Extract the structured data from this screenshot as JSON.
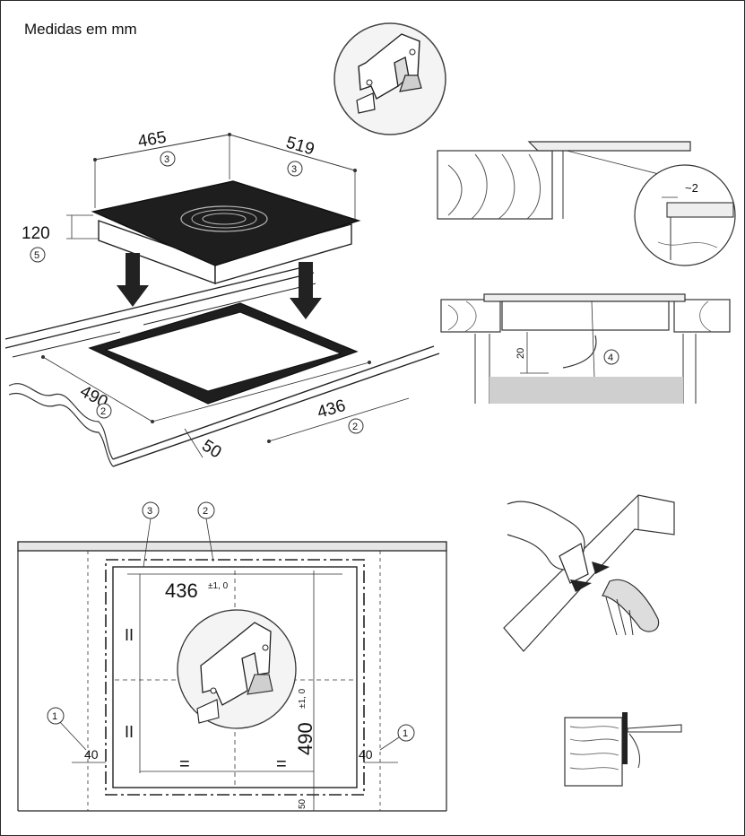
{
  "title": "Medidas em mm",
  "dimensions": {
    "hob_width": "465",
    "hob_depth": "519",
    "hob_height": "120",
    "cutout_depth": "490",
    "cutout_width": "436",
    "edge_distance": "50",
    "gap": "~2",
    "clearance": "20",
    "plan_width": "436",
    "plan_width_tol": "±1, 0",
    "plan_depth": "490",
    "plan_depth_tol": "±1, 0",
    "side_left": "40",
    "side_right": "40",
    "bottom": "50",
    "equal": "="
  },
  "callouts": {
    "c1": "1",
    "c2": "2",
    "c3": "3",
    "c4": "4",
    "c5": "5"
  }
}
